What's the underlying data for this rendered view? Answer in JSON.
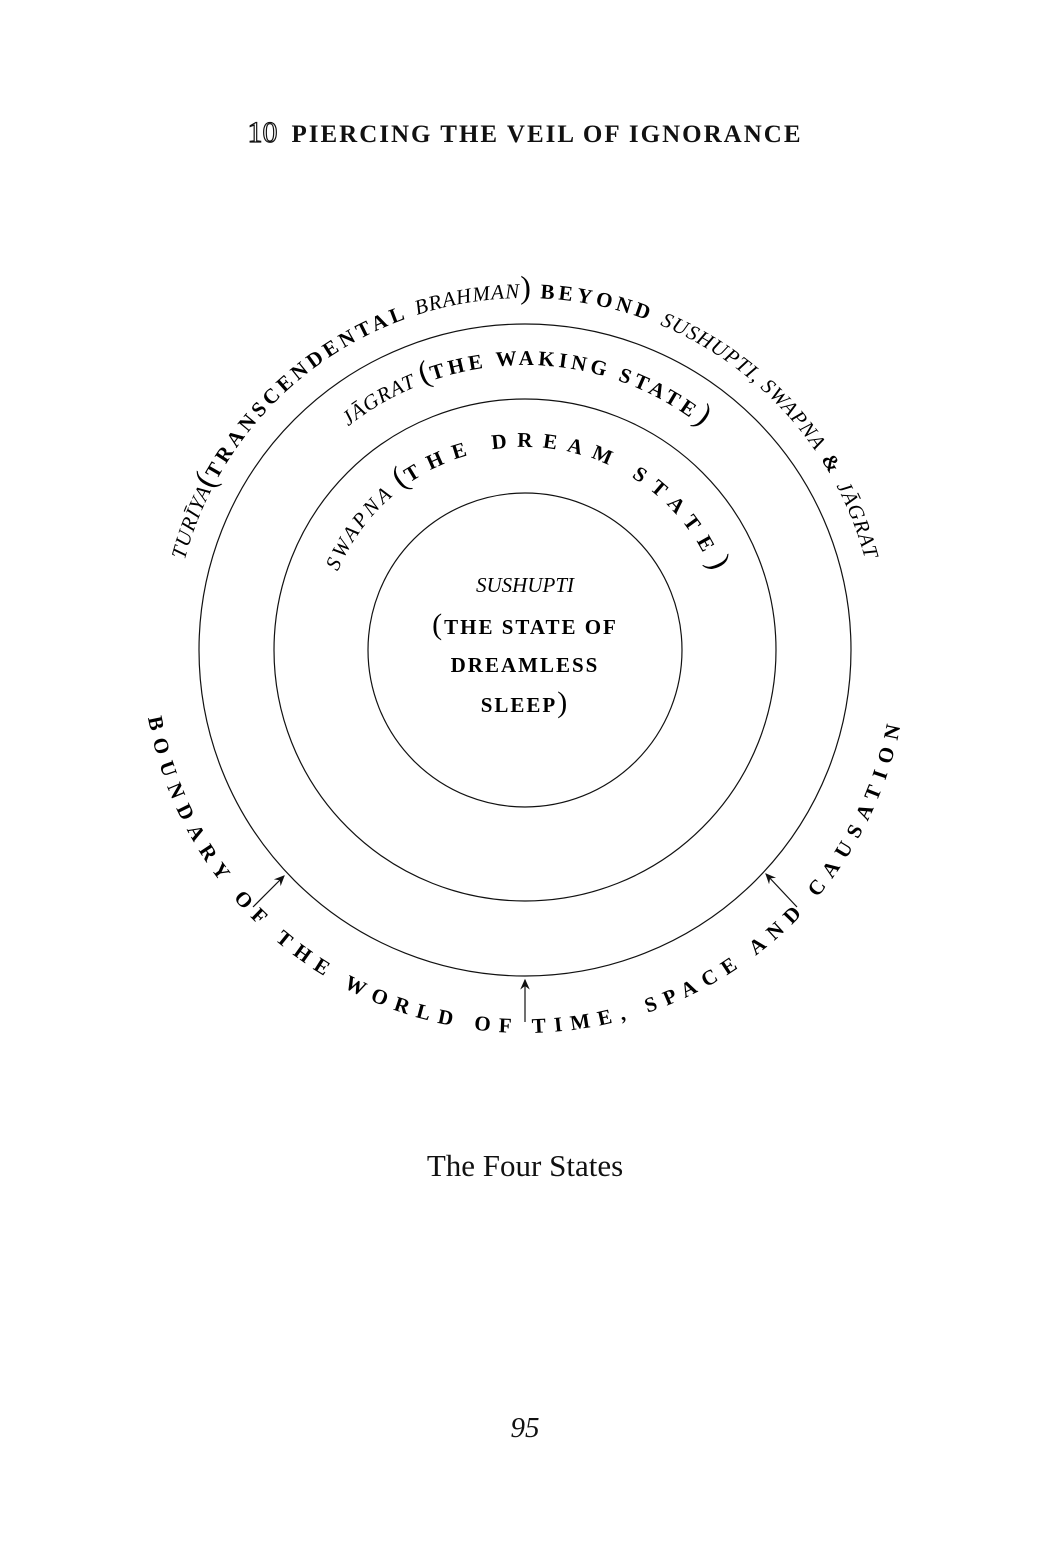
{
  "header": {
    "chapter_number": "10",
    "title": "PIERCING THE VEIL OF IGNORANCE"
  },
  "diagram": {
    "turiya": {
      "a": "TURĪYA",
      "b": "(",
      "c": "TRANSCENDENTAL ",
      "d": "BRAHMAN",
      "e": ")",
      "f": " BEYOND ",
      "g": "SUSHUPTI, SWAPNA",
      "h": " & ",
      "i": "JĀGRAT"
    },
    "jagrat": {
      "a": "JĀGRAT ",
      "b": "(",
      "c": "THE WAKING STATE",
      "d": ")"
    },
    "swapna": {
      "a": "SWAPNA ",
      "b": "(",
      "c": "THE DREAM STATE",
      "d": ")"
    },
    "sushupti": {
      "name": "SUSHUPTI",
      "line1": "THE STATE OF",
      "line2": "DREAMLESS",
      "line3": "SLEEP",
      "open": "(",
      "close": ")"
    },
    "boundary": "BOUNDARY OF THE WORLD OF TIME, SPACE AND CAUSATION"
  },
  "caption": "The Four States",
  "page_number": "95"
}
